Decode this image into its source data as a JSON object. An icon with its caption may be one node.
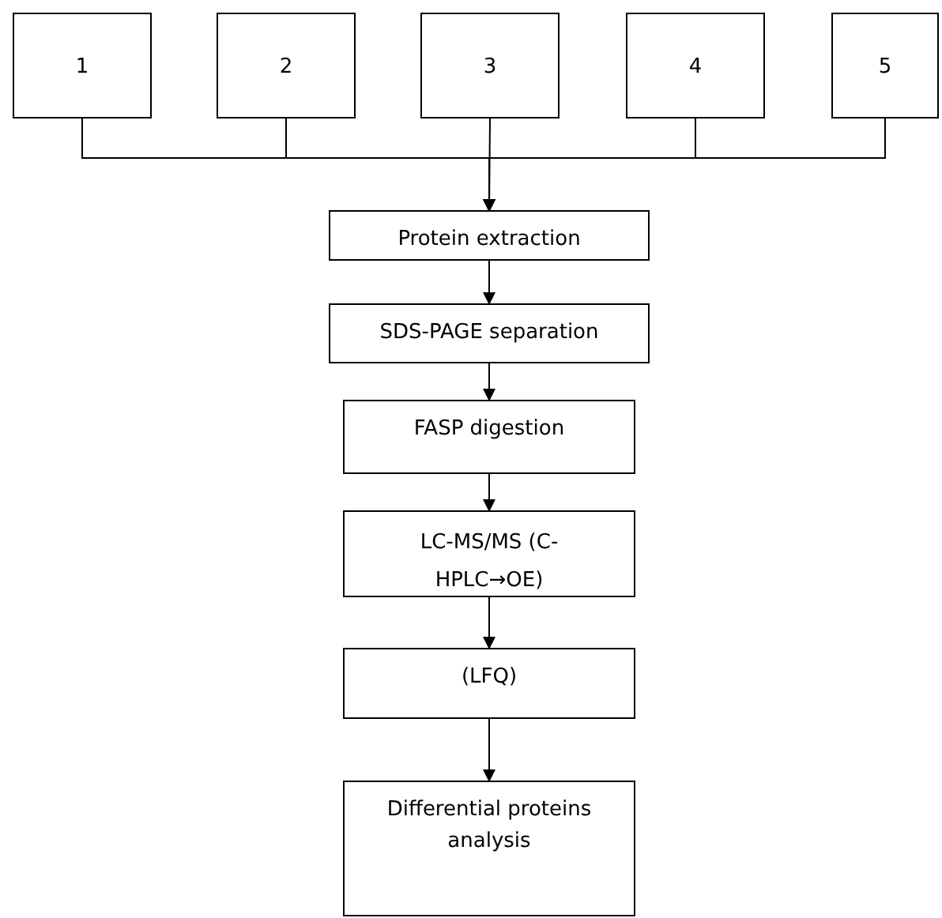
{
  "diagram": {
    "nodes": [
      {
        "text": [
          "1"
        ]
      },
      {
        "text": [
          "2"
        ]
      },
      {
        "text": [
          "3"
        ]
      },
      {
        "text": [
          "4"
        ]
      },
      {
        "text": [
          "5"
        ]
      },
      {
        "text": [
          "Protein extraction"
        ]
      },
      {
        "text": [
          "SDS-PAGE separation"
        ]
      },
      {
        "text": [
          "FASP digestion"
        ]
      },
      {
        "text": [
          "LC-MS/MS (C-HPLC→OE)"
        ]
      },
      {
        "text": [
          "(LFQ)"
        ]
      },
      {
        "text": [
          "Differential proteins analysis"
        ]
      }
    ],
    "edges": [
      {
        "from": 0,
        "to": 5,
        "arrow": "to"
      },
      {
        "from": 1,
        "to": 5,
        "arrow": "to"
      },
      {
        "from": 2,
        "to": 5,
        "arrow": "to"
      },
      {
        "from": 3,
        "to": 5,
        "arrow": "to"
      },
      {
        "from": 4,
        "to": 5,
        "arrow": "to"
      },
      {
        "from": 5,
        "to": 6,
        "arrow": "to"
      },
      {
        "from": 6,
        "to": 7,
        "arrow": "to"
      },
      {
        "from": 7,
        "to": 8,
        "arrow": "to"
      },
      {
        "from": 8,
        "to": 9,
        "arrow": "to"
      },
      {
        "from": 9,
        "to": 10,
        "arrow": "to"
      }
    ]
  }
}
